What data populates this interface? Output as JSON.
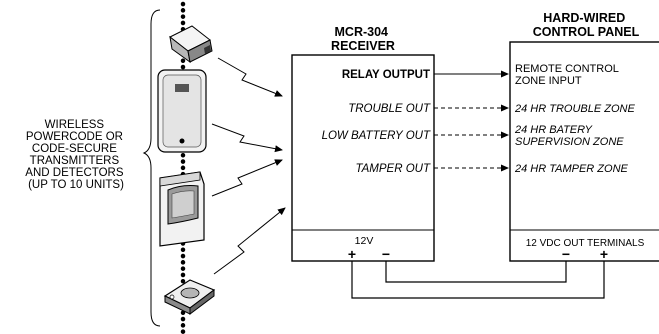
{
  "left_label": [
    "WIRELESS",
    "POWERCODE OR",
    "CODE-SECURE",
    "TRANSMITTERS",
    "AND DETECTORS",
    "(UP TO 10 UNITS)"
  ],
  "receiver": {
    "title_line1": "MCR-304",
    "title_line2": "RECEIVER",
    "outputs": {
      "relay": "RELAY OUTPUT",
      "trouble": "TROUBLE OUT",
      "low_battery": "LOW BATTERY OUT",
      "tamper": "TAMPER OUT"
    },
    "power_label": "12V",
    "plus": "+",
    "minus": "−"
  },
  "panel": {
    "title_line1": "HARD-WIRED",
    "title_line2": "CONTROL PANEL",
    "inputs": {
      "relay_line1": "REMOTE CONTROL",
      "relay_line2": "ZONE INPUT",
      "trouble": "24 HR TROUBLE ZONE",
      "battery_line1": "24 HR BATERY",
      "battery_line2": "SUPERVISION ZONE",
      "tamper": "24 HR TAMPER ZONE"
    },
    "power_label": "12 VDC OUT TERMINALS",
    "plus": "+",
    "minus": "−"
  }
}
